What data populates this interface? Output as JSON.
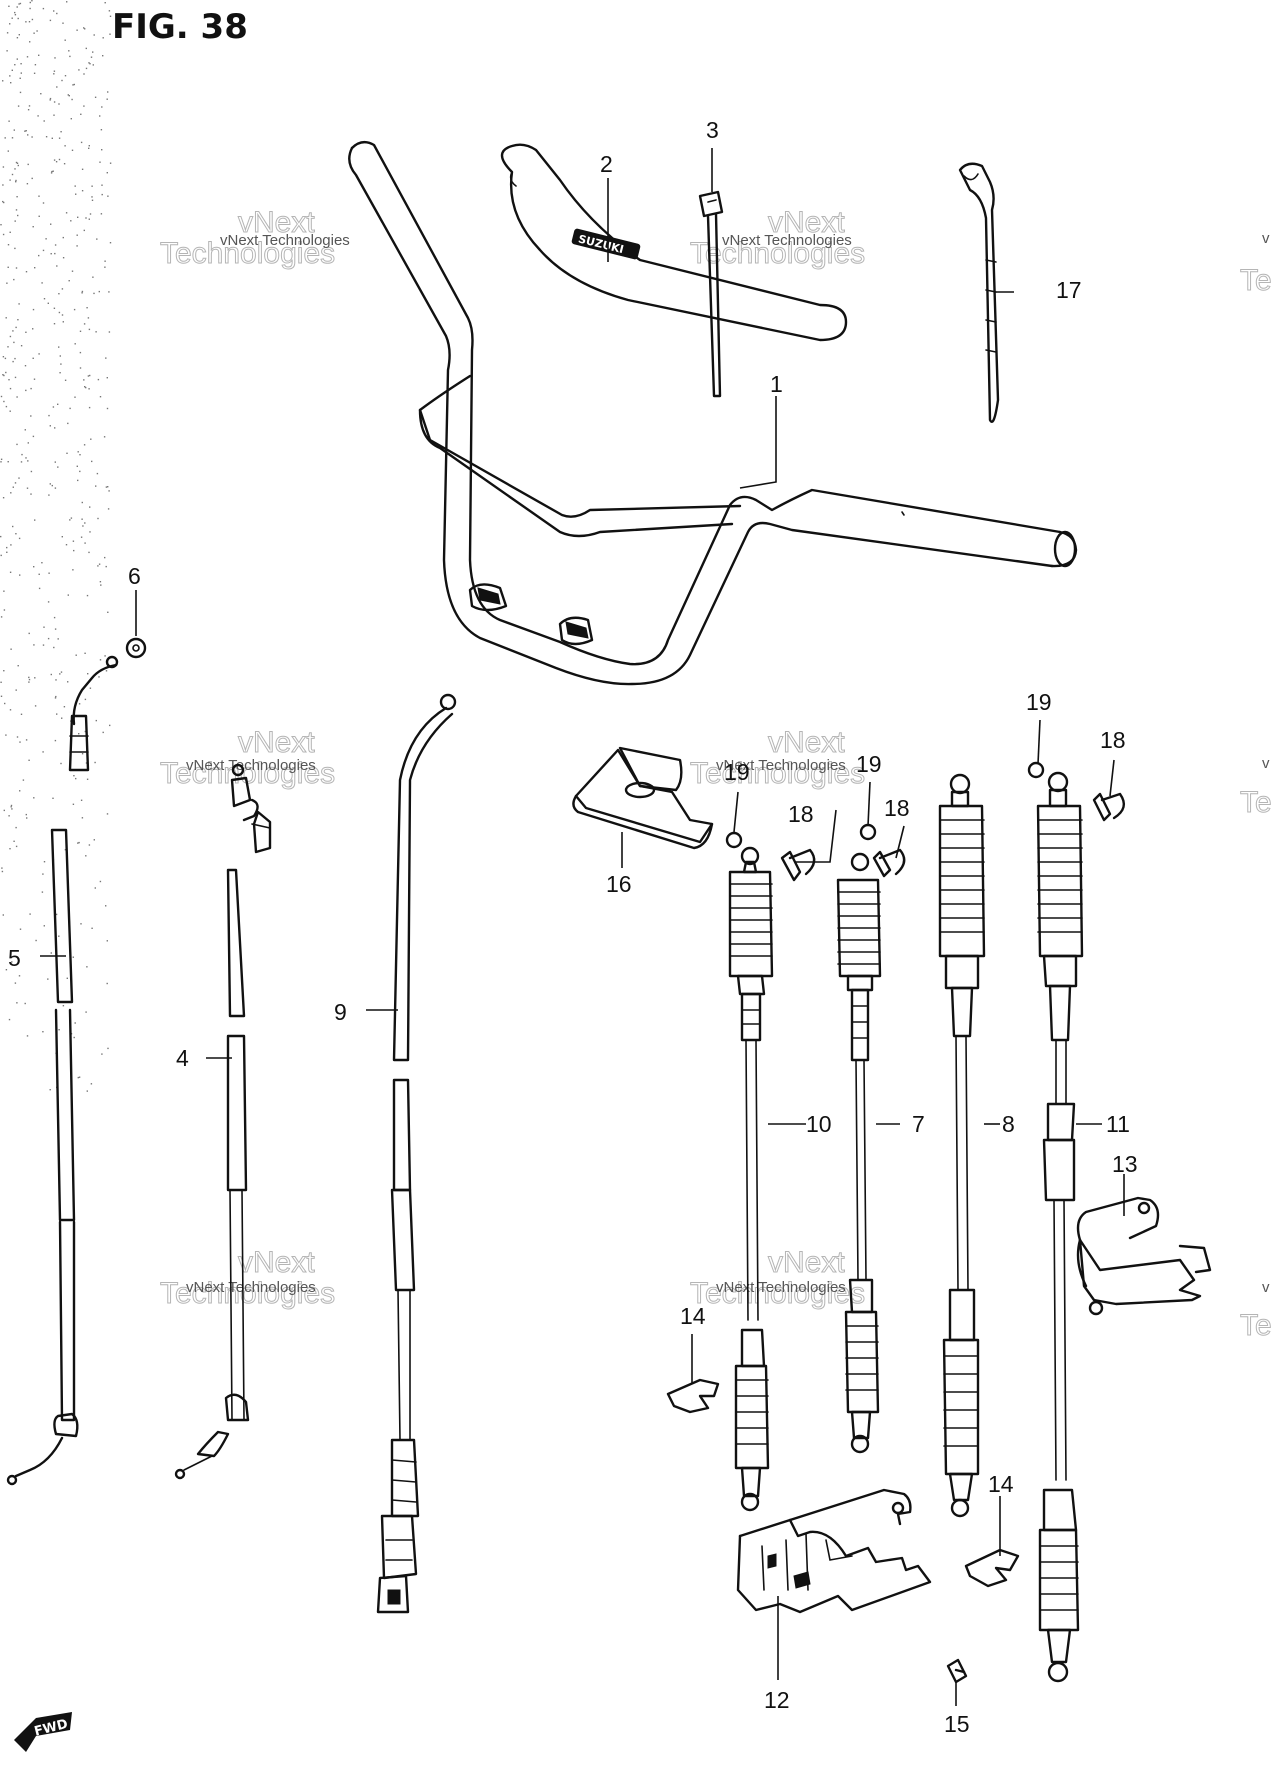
{
  "figure_title": "FIG. 38",
  "fwd_label": "FWD",
  "grip_logo_text": "SUZUKI",
  "watermark": {
    "small": "vNext Technologies",
    "large_line1": "vNext",
    "large_line2": "Technologies",
    "edge_small": "v",
    "edge_large": "Te"
  },
  "callouts": [
    {
      "id": "c1",
      "label": "1"
    },
    {
      "id": "c2",
      "label": "2"
    },
    {
      "id": "c3",
      "label": "3"
    },
    {
      "id": "c4",
      "label": "4"
    },
    {
      "id": "c5",
      "label": "5"
    },
    {
      "id": "c6",
      "label": "6"
    },
    {
      "id": "c7",
      "label": "7"
    },
    {
      "id": "c8",
      "label": "8"
    },
    {
      "id": "c9",
      "label": "9"
    },
    {
      "id": "c10",
      "label": "10"
    },
    {
      "id": "c11",
      "label": "11"
    },
    {
      "id": "c12",
      "label": "12"
    },
    {
      "id": "c13",
      "label": "13"
    },
    {
      "id": "c14a",
      "label": "14"
    },
    {
      "id": "c14b",
      "label": "14"
    },
    {
      "id": "c15",
      "label": "15"
    },
    {
      "id": "c16",
      "label": "16"
    },
    {
      "id": "c17",
      "label": "17"
    },
    {
      "id": "c18a",
      "label": "18"
    },
    {
      "id": "c18b",
      "label": "18"
    },
    {
      "id": "c18c",
      "label": "18"
    },
    {
      "id": "c19a",
      "label": "19"
    },
    {
      "id": "c19b",
      "label": "19"
    },
    {
      "id": "c19c",
      "label": "19"
    }
  ]
}
